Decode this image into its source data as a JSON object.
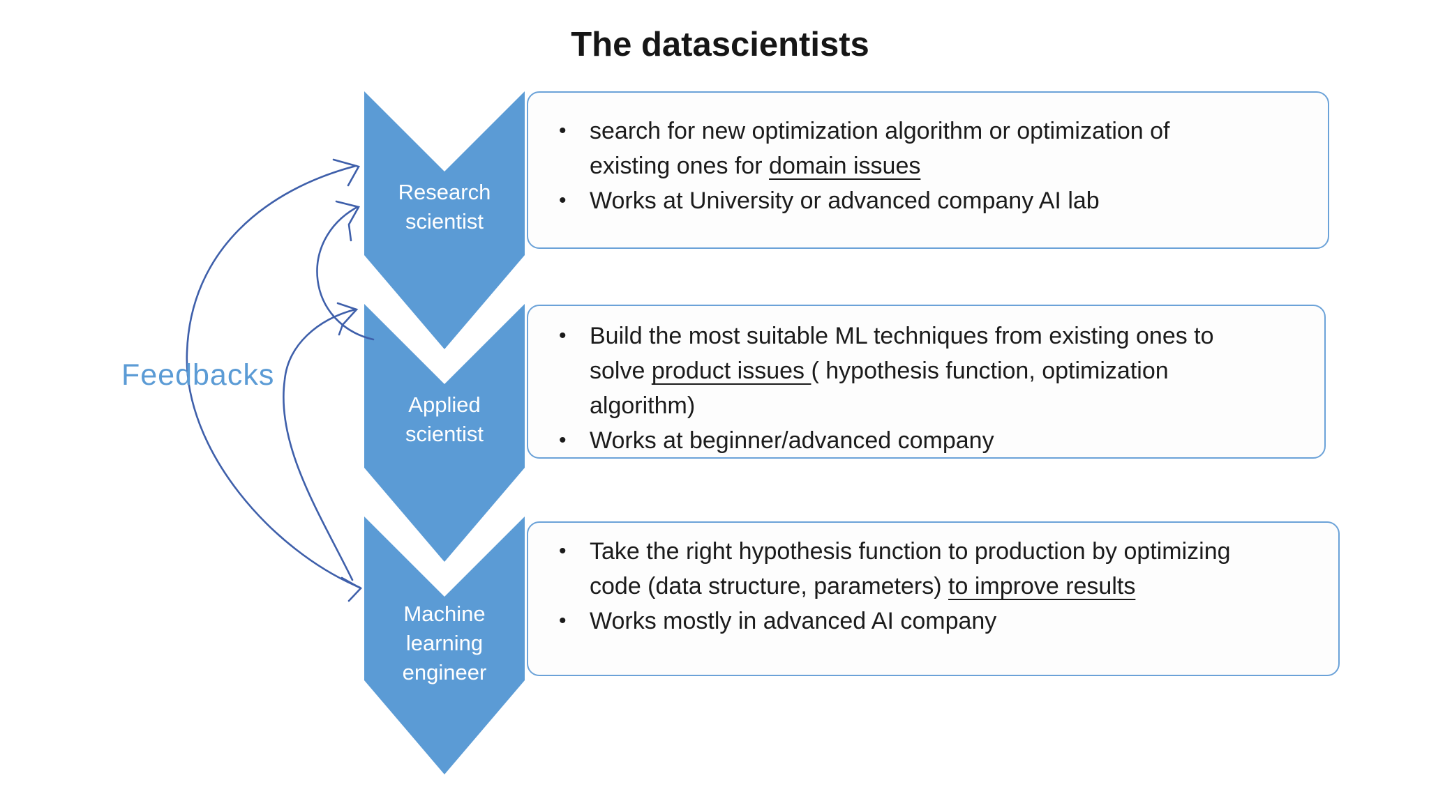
{
  "title": "The datascientists",
  "feedback_label": "Feedbacks",
  "colors": {
    "chevron": "#5B9BD5",
    "arrow": "#3E5FAA",
    "box_border": "#6BA2D8",
    "text": "#1b1b1b",
    "label": "#ffffff",
    "feedbacks": "#5B9BD5",
    "box_bg": "#FDFDFD"
  },
  "roles": [
    {
      "label": "Research scientist",
      "bullets": [
        {
          "lines": [
            [
              {
                "t": "search for new optimization algorithm or optimization of"
              }
            ],
            [
              {
                "t": "existing ones for "
              },
              {
                "t": "domain issues",
                "u": true
              }
            ]
          ]
        },
        {
          "lines": [
            [
              {
                "t": "Works at University or advanced company AI lab"
              }
            ]
          ]
        }
      ]
    },
    {
      "label": "Applied scientist",
      "bullets": [
        {
          "lines": [
            [
              {
                "t": "Build the most suitable ML techniques from existing ones to"
              }
            ],
            [
              {
                "t": "solve "
              },
              {
                "t": "product issues ",
                "u": true
              },
              {
                "t": "( hypothesis function, optimization"
              }
            ],
            [
              {
                "t": "algorithm)"
              }
            ]
          ]
        },
        {
          "lines": [
            [
              {
                "t": "Works at beginner/advanced company"
              }
            ]
          ]
        }
      ]
    },
    {
      "label": "Machine learning engineer",
      "bullets": [
        {
          "lines": [
            [
              {
                "t": "Take the right hypothesis function to production by optimizing"
              }
            ],
            [
              {
                "t": "code (data structure, parameters) "
              },
              {
                "t": "to improve results",
                "u": true
              }
            ]
          ]
        },
        {
          "lines": [
            [
              {
                "t": "Works mostly in advanced AI company"
              }
            ]
          ]
        }
      ]
    }
  ],
  "arrows": [
    {
      "name": "feedback-ml-engineer-research-scientist",
      "from": "Machine learning engineer",
      "to": "Research scientist",
      "double_headed": true
    },
    {
      "name": "feedback-applied-to-research",
      "from": "Applied scientist",
      "to": "Research scientist",
      "double_headed": false
    },
    {
      "name": "feedback-ml-to-applied",
      "from": "Machine learning engineer",
      "to": "Applied scientist",
      "double_headed": false
    }
  ]
}
